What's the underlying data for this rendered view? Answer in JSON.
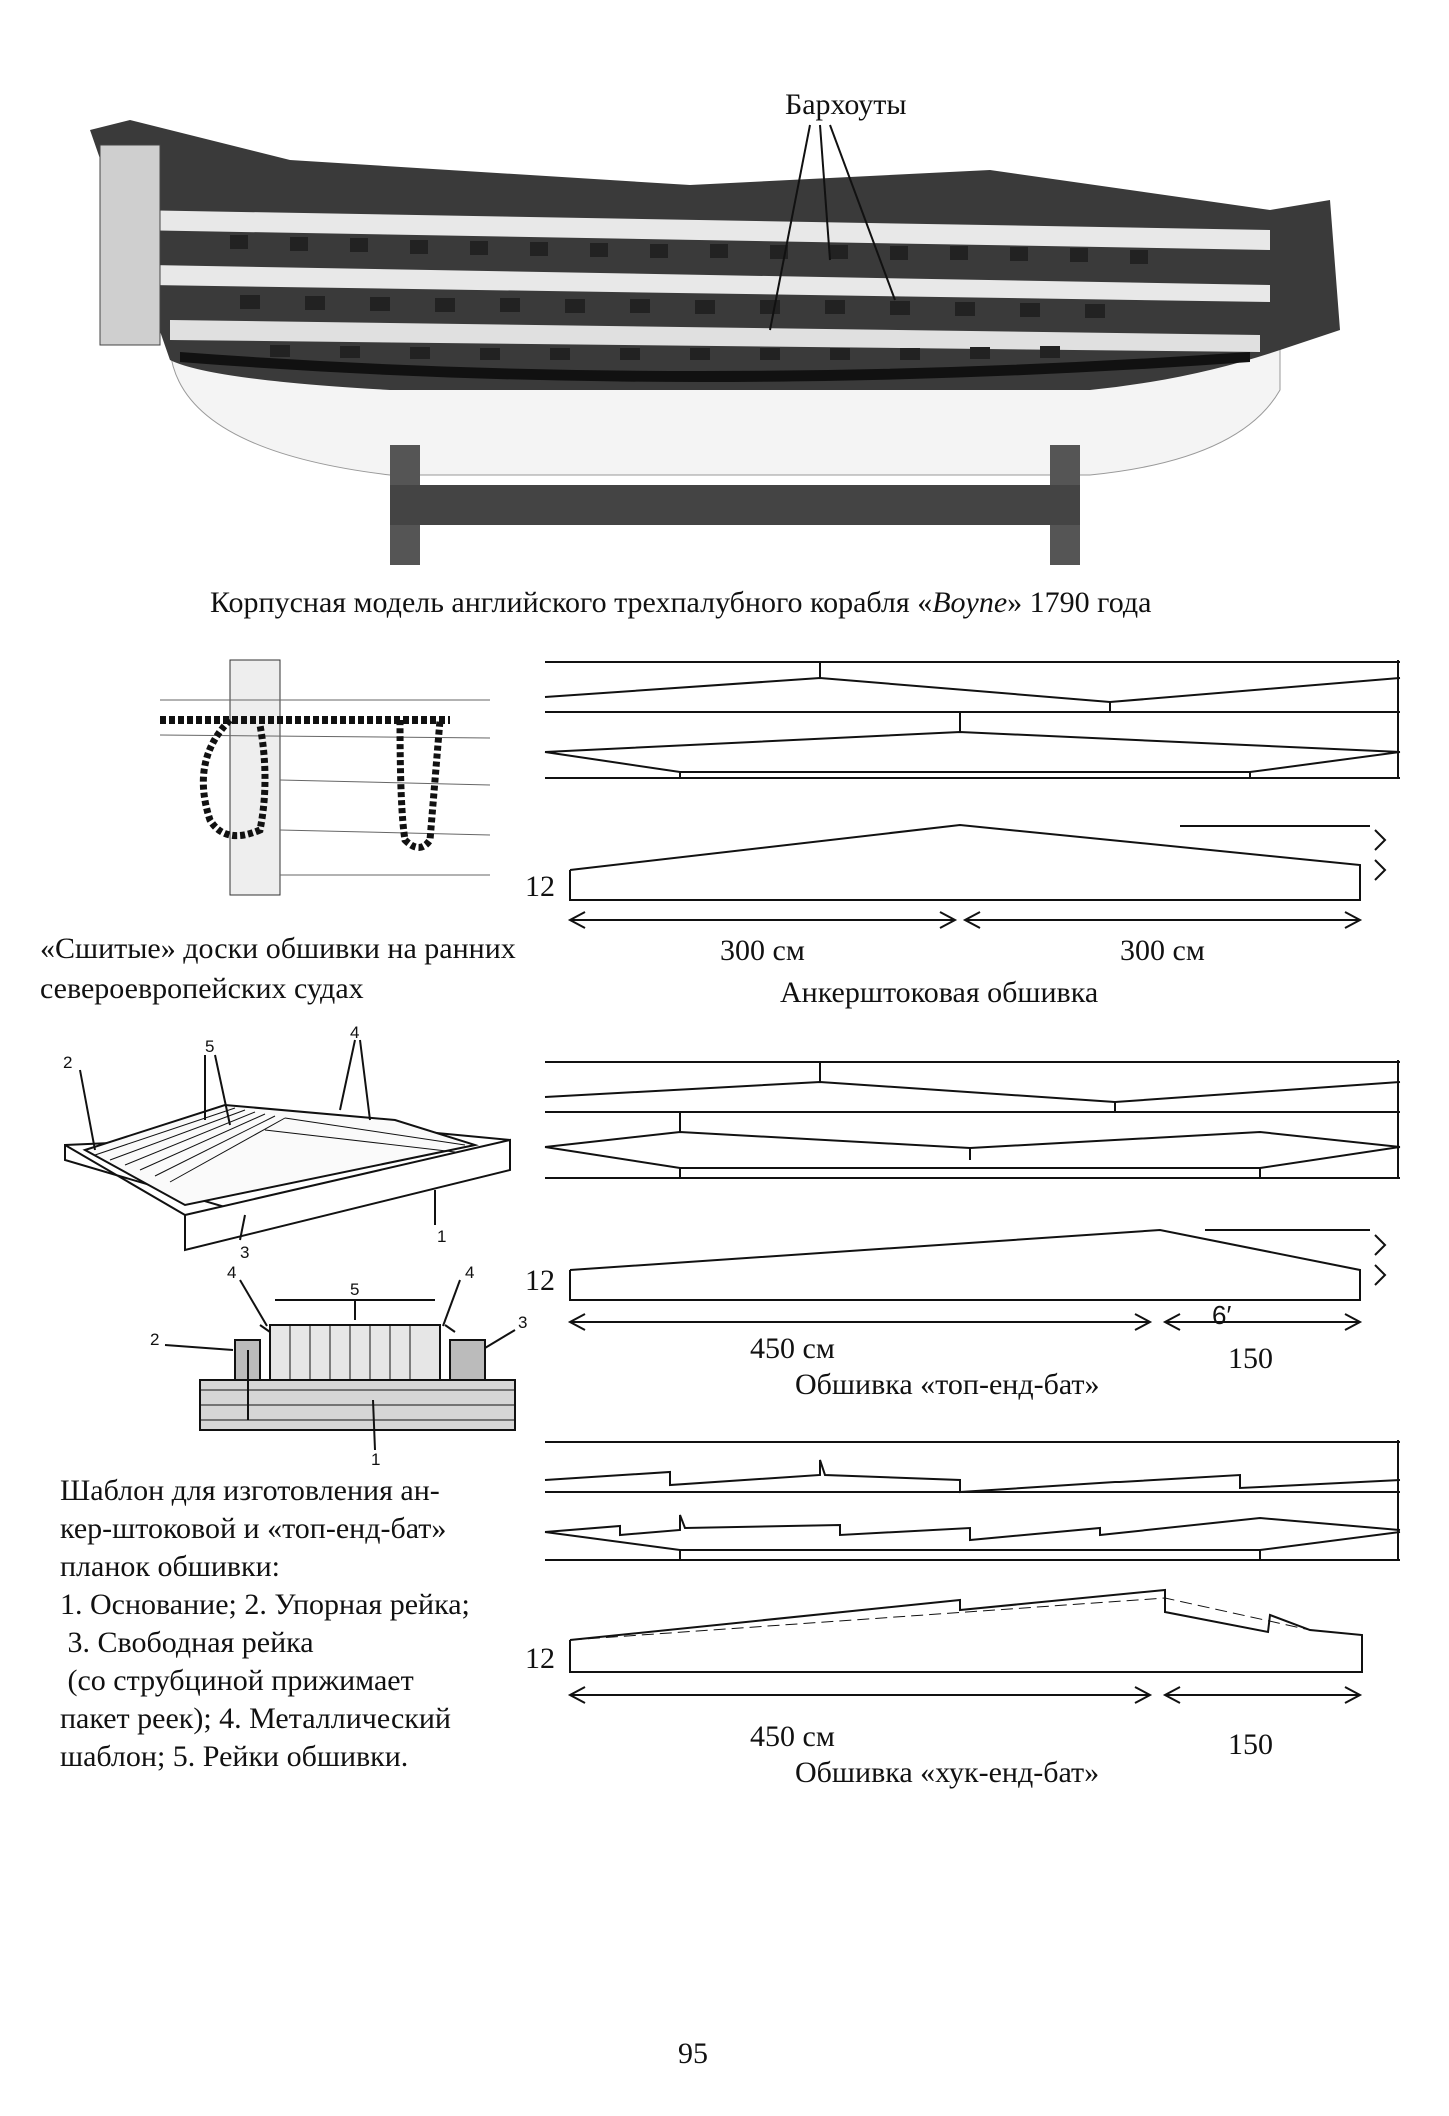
{
  "ship": {
    "label": "Бархоуты",
    "caption_prefix": "Корпусная модель английского трехпалубного корабля «",
    "caption_name": "Boyne",
    "caption_suffix": "» 1790 года"
  },
  "sewn": {
    "caption_line1": "«Сшитые» доски обшивки на ранних",
    "caption_line2": "североевропейских судах"
  },
  "anchor": {
    "num": "12",
    "dim_left": "300 см",
    "dim_right": "300 см",
    "title": "Анкерштоковая обшивка"
  },
  "topend": {
    "num": "12",
    "dim_left": "450 см",
    "dim_right": "150",
    "dim_mark": "6′",
    "title": "Обшивка «топ-енд-бат»"
  },
  "hookend": {
    "num": "12",
    "dim_left": "450 см",
    "dim_right": "150",
    "title": "Обшивка «хук-енд-бат»"
  },
  "template": {
    "labels_top": [
      "1",
      "2",
      "3",
      "4",
      "5"
    ],
    "caption": [
      "Шаблон для изготовления ан-",
      "кер-штоковой и «топ-енд-бат»",
      "планок обшивки:",
      "1. Основание; 2. Упорная рейка;",
      " 3. Свободная рейка",
      " (со струбциной прижимает",
      "пакет реек); 4. Металлический",
      "шаблон; 5. Рейки обшивки."
    ]
  },
  "page_number": "95"
}
